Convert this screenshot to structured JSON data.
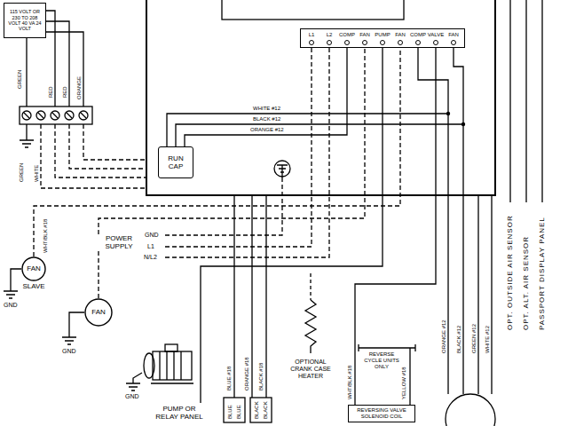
{
  "diagram": {
    "nodes": [
      {
        "text": [
          "115 VOLT OR 230 TO 208 VOLT 40 VA 24 VOLT"
        ]
      },
      {
        "text": [
          "L1",
          "L2",
          "COMP",
          "FAN",
          "PUMP",
          "FAN",
          "COMP",
          "VALVE",
          "FAN"
        ]
      },
      {
        "text": [
          "RUN CAP"
        ]
      },
      {
        "text": [
          "FAN",
          "SLAVE"
        ]
      },
      {
        "text": [
          "FAN"
        ]
      },
      {
        "text": [
          "PUMP OR RELAY PANEL"
        ]
      },
      {
        "text": [
          "REVERSING VALVE SOLENOID COIL"
        ]
      }
    ],
    "edges": [
      {
        "from": 2,
        "to": 1,
        "arrow": "none"
      },
      {
        "from": 3,
        "to": 1,
        "arrow": "none"
      },
      {
        "from": 4,
        "to": 1,
        "arrow": "none"
      },
      {
        "from": 5,
        "to": 1,
        "arrow": "none"
      },
      {
        "from": 6,
        "to": 1,
        "arrow": "none"
      }
    ],
    "labels": [
      "GREEN",
      "RED",
      "RED",
      "ORANGE",
      "GREEN",
      "WHITE",
      "WHITE #12",
      "BLACK #12",
      "ORANGE #12",
      "POWER SUPPLY",
      "GND",
      "L1",
      "N/L2",
      "WHT/BLK #18",
      "GND",
      "GND",
      "GND",
      "BLUE #18",
      "ORANGE #18",
      "BLACK #18",
      "BLUE",
      "BLUE",
      "BLACK",
      "BLACK",
      "OPTIONAL CRANK CASE HEATER",
      "REVERSE CYCLE UNITS ONLY",
      "WHT/BLK #18",
      "YELLOW #18",
      "ORANGE #12",
      "BLACK #12",
      "GREEN #12",
      "WHITE #12",
      "OPT. OUTSIDE AIR SENSOR",
      "OPT. ALT. AIR SENSOR",
      "PASSPORT DISPLAY PANEL"
    ]
  }
}
